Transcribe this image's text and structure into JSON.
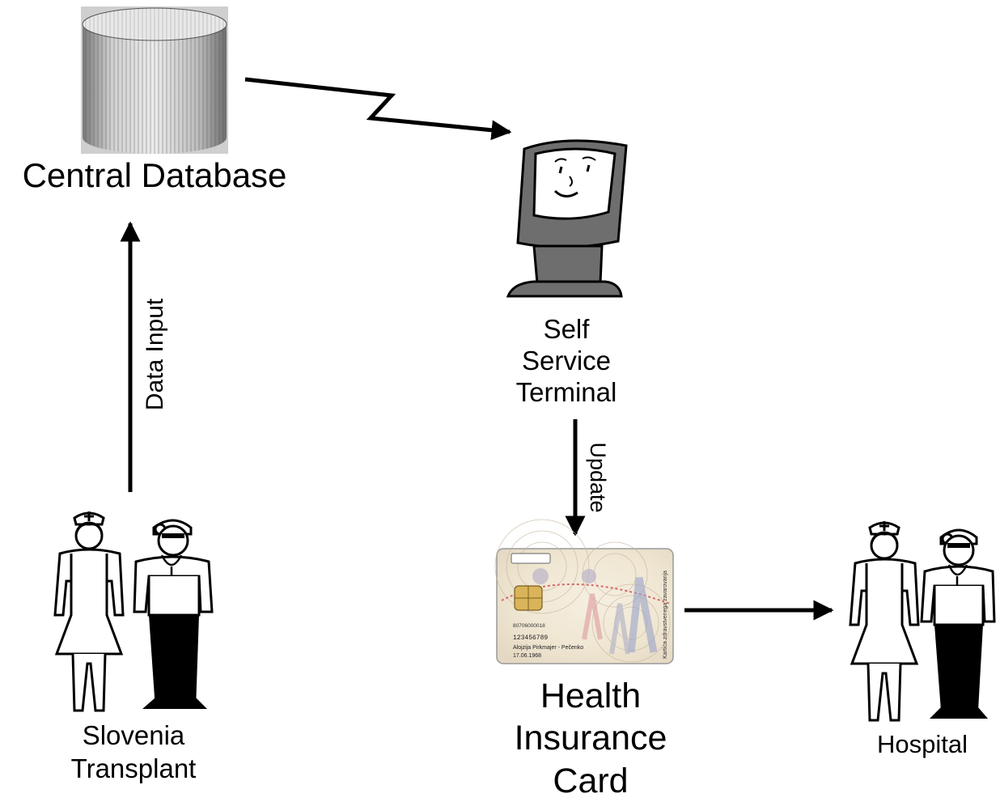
{
  "nodes": {
    "central_database": {
      "label": "Central Database",
      "icon": "database-cylinder-icon"
    },
    "self_service_terminal": {
      "lines": [
        "Self",
        "Service",
        "Terminal"
      ],
      "icon": "kiosk-terminal-icon"
    },
    "health_insurance_card": {
      "lines": [
        "Health",
        "Insurance",
        "Card"
      ],
      "icon": "health-card-icon",
      "card_text": {
        "number": "80706000018",
        "code": "123456789",
        "holder": "Alojzija Pirkmajer - Pečenko",
        "date": "17.06.1968",
        "side": "Kartica zdravstvenega zavarovanja"
      }
    },
    "slovenia_transplant": {
      "lines": [
        "Slovenia",
        "Transplant"
      ],
      "icon": "nurse-doctor-icon"
    },
    "hospital": {
      "label": "Hospital",
      "icon": "nurse-doctor-icon"
    }
  },
  "edges": {
    "data_input": {
      "label": "Data Input",
      "from": "slovenia_transplant",
      "to": "central_database"
    },
    "update": {
      "label": "Update",
      "from": "self_service_terminal",
      "to": "health_insurance_card"
    },
    "db_to_terminal": {
      "label": "",
      "from": "central_database",
      "to": "self_service_terminal",
      "style": "lightning"
    },
    "card_to_hospital": {
      "label": "",
      "from": "health_insurance_card",
      "to": "hospital"
    }
  },
  "colors": {
    "stroke": "#000000",
    "terminal_gray": "#6e6e6e",
    "db_gray": "#a8a8a8"
  }
}
